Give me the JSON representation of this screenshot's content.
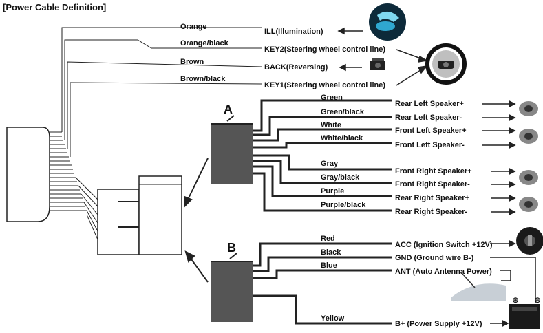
{
  "title": "[Power Cable Definition]",
  "top_wires": [
    {
      "color_label": "Orange",
      "function": "ILL(Illumination)"
    },
    {
      "color_label": "Orange/black",
      "function": "KEY2(Steering wheel control line)"
    },
    {
      "color_label": "Brown",
      "function": "BACK(Reversing)"
    },
    {
      "color_label": "Brown/black",
      "function": "KEY1(Steering wheel control line)"
    }
  ],
  "connector_a": {
    "label": "A",
    "wires": [
      {
        "color_label": "Green",
        "function": "Rear Left Speaker+"
      },
      {
        "color_label": "Green/black",
        "function": "Rear Left Speaker-"
      },
      {
        "color_label": "White",
        "function": "Front Left Speaker+"
      },
      {
        "color_label": "White/black",
        "function": "Front Left Speaker-"
      },
      {
        "color_label": "Gray",
        "function": "Front Right Speaker+"
      },
      {
        "color_label": "Gray/black",
        "function": "Front Right Speaker-"
      },
      {
        "color_label": "Purple",
        "function": "Rear Right Speaker+"
      },
      {
        "color_label": "Purple/black",
        "function": "Rear Right Speaker-"
      }
    ]
  },
  "connector_b": {
    "label": "B",
    "wires": [
      {
        "color_label": "Red",
        "function": "ACC (Ignition Switch +12V)"
      },
      {
        "color_label": "Black",
        "function": "GND (Ground wire B-)"
      },
      {
        "color_label": "Blue",
        "function": "ANT (Auto Antenna Power)"
      },
      {
        "color_label": "Yellow",
        "function": "B+ (Power Supply +12V)"
      }
    ]
  },
  "icons": [
    "headlight-icon",
    "steering-wheel-icon",
    "reverse-camera-icon",
    "speaker-icon",
    "ignition-switch-icon",
    "antenna-icon",
    "battery-icon"
  ]
}
